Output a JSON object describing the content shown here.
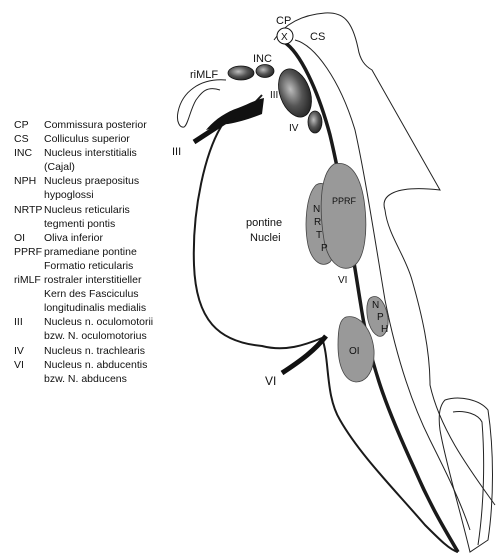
{
  "legend": [
    {
      "abbr": "CP",
      "desc": "Commissura posterior"
    },
    {
      "abbr": "CS",
      "desc": "Colliculus superior"
    },
    {
      "abbr": "INC",
      "desc": "Nucleus interstitialis\n(Cajal)"
    },
    {
      "abbr": "NPH",
      "desc": "Nucleus praepositus\nhypoglossi"
    },
    {
      "abbr": "NRTP",
      "desc": "Nucleus reticularis\ntegmenti pontis"
    },
    {
      "abbr": "OI",
      "desc": "Oliva inferior"
    },
    {
      "abbr": "PPRF",
      "desc": "pramediane pontine\nFormatio reticularis"
    },
    {
      "abbr": "riMLF",
      "desc": "rostraler interstitieller\nKern des Fasciculus\nlongitudinalis medialis"
    },
    {
      "abbr": "III",
      "desc": "Nucleus n. oculomotorii\nbzw. N. oculomotorius"
    },
    {
      "abbr": "IV",
      "desc": "Nucleus n. trachlearis"
    },
    {
      "abbr": "VI",
      "desc": "Nucleus n. abducentis\nbzw. N. abducens"
    }
  ],
  "labels": {
    "cp": "CP",
    "cp_mark": "X",
    "cs": "CS",
    "inc": "INC",
    "rimlf": "riMLF",
    "iii_nucleus": "III",
    "iv_nucleus": "IV",
    "iii_nerve": "III",
    "pons_line1": "pontine",
    "pons_line2": "Nuclei",
    "nrtp_n": "N",
    "nrtp_r": "R",
    "nrtp_t": "T",
    "nrtp_p": "P",
    "pprf": "PPRF",
    "vi_nucleus": "VI",
    "nph_n": "N",
    "nph_p": "P",
    "nph_h": "H",
    "oi": "OI",
    "vi_nerve": "VI"
  }
}
